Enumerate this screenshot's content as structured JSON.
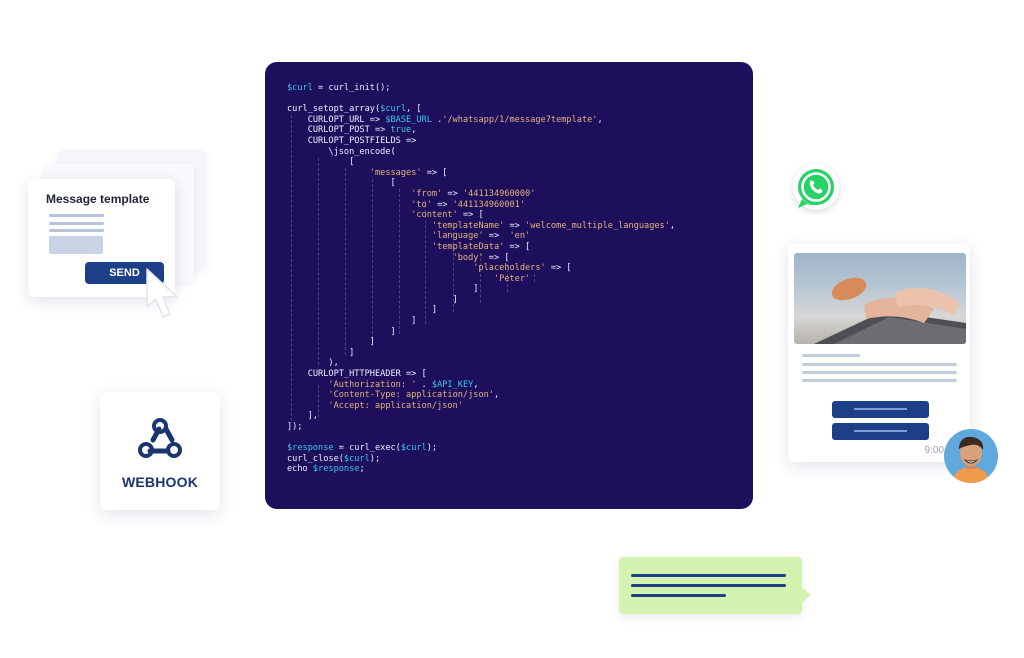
{
  "template_card": {
    "title": "Message template",
    "send_label": "SEND"
  },
  "webhook": {
    "label": "WEBHOOK",
    "icon": "webhook-icon"
  },
  "chat": {
    "time": "9:00"
  },
  "icons": {
    "whatsapp": "whatsapp-icon",
    "cursor": "cursor-arrow-icon",
    "avatar": "user-avatar"
  },
  "colors": {
    "code_background": "#1e0f5c",
    "brand_button": "#1d3f87",
    "variable": "#38c8e8",
    "string": "#e6b27d",
    "whatsapp_green": "#25d366",
    "bubble_green": "#d4f2b0"
  },
  "code_lines": [
    [
      [
        "v",
        "$curl"
      ],
      [
        "p",
        " = curl_init();"
      ]
    ],
    [],
    [
      [
        "p",
        "curl_setopt_array("
      ],
      [
        "v",
        "$curl"
      ],
      [
        "p",
        ", ["
      ]
    ],
    [
      [
        "p",
        "    CURLOPT_URL => "
      ],
      [
        "v",
        "$BASE_URL"
      ],
      [
        "p",
        " ."
      ],
      [
        "s",
        "'/whatsapp/1/message7template'"
      ],
      [
        "p",
        ","
      ]
    ],
    [
      [
        "p",
        "    CURLOPT_POST => "
      ],
      [
        "v",
        "true"
      ],
      [
        "p",
        ","
      ]
    ],
    [
      [
        "p",
        "    CURLOPT_POSTFIELDS =>"
      ]
    ],
    [
      [
        "p",
        "        \\json_encode("
      ]
    ],
    [
      [
        "p",
        "            ["
      ]
    ],
    [
      [
        "p",
        "                "
      ],
      [
        "s",
        "'messages'"
      ],
      [
        "p",
        " => ["
      ]
    ],
    [
      [
        "p",
        "                    ["
      ]
    ],
    [
      [
        "p",
        "                        "
      ],
      [
        "s",
        "'from'"
      ],
      [
        "p",
        " => "
      ],
      [
        "s",
        "'441134960000'"
      ]
    ],
    [
      [
        "p",
        "                        "
      ],
      [
        "s",
        "'to'"
      ],
      [
        "p",
        " => "
      ],
      [
        "s",
        "'441134960001'"
      ]
    ],
    [
      [
        "p",
        "                        "
      ],
      [
        "s",
        "'content'"
      ],
      [
        "p",
        " => ["
      ]
    ],
    [
      [
        "p",
        "                            "
      ],
      [
        "s",
        "'templateName'"
      ],
      [
        "p",
        " => "
      ],
      [
        "s",
        "'welcome_multiple_languages'"
      ],
      [
        "p",
        ","
      ]
    ],
    [
      [
        "p",
        "                            "
      ],
      [
        "s",
        "'language'"
      ],
      [
        "p",
        " =>  "
      ],
      [
        "s",
        "'en'"
      ]
    ],
    [
      [
        "p",
        "                            "
      ],
      [
        "s",
        "'templateData'"
      ],
      [
        "p",
        " => ["
      ]
    ],
    [
      [
        "p",
        "                                "
      ],
      [
        "s",
        "'body'"
      ],
      [
        "p",
        " => ["
      ]
    ],
    [
      [
        "p",
        "                                    "
      ],
      [
        "s",
        "'placeholders'"
      ],
      [
        "p",
        " => ["
      ]
    ],
    [
      [
        "p",
        "                                        "
      ],
      [
        "s",
        "'Peter'"
      ]
    ],
    [
      [
        "p",
        "                                    ]"
      ]
    ],
    [
      [
        "p",
        "                                ]"
      ]
    ],
    [
      [
        "p",
        "                            ]"
      ]
    ],
    [
      [
        "p",
        "                        ]"
      ]
    ],
    [
      [
        "p",
        "                    ]"
      ]
    ],
    [
      [
        "p",
        "                ]"
      ]
    ],
    [
      [
        "p",
        "            ]"
      ]
    ],
    [
      [
        "p",
        "        ),"
      ]
    ],
    [
      [
        "p",
        "    CURLOPT_HTTPHEADER => ["
      ]
    ],
    [
      [
        "p",
        "        "
      ],
      [
        "s",
        "'Authorization: '"
      ],
      [
        "p",
        " . "
      ],
      [
        "v",
        "$API_KEY"
      ],
      [
        "p",
        ","
      ]
    ],
    [
      [
        "p",
        "        "
      ],
      [
        "s",
        "'Content-Type: application/json'"
      ],
      [
        "p",
        ","
      ]
    ],
    [
      [
        "p",
        "        "
      ],
      [
        "s",
        "'Accept: application/json'"
      ]
    ],
    [
      [
        "p",
        "    ],"
      ]
    ],
    [
      [
        "p",
        "]);"
      ]
    ],
    [],
    [
      [
        "v",
        "$response"
      ],
      [
        "p",
        " = curl_exec("
      ],
      [
        "v",
        "$curl"
      ],
      [
        "p",
        ");"
      ]
    ],
    [
      [
        "p",
        "curl_close("
      ],
      [
        "v",
        "$curl"
      ],
      [
        "p",
        ");"
      ]
    ],
    [
      [
        "p",
        "echo "
      ],
      [
        "v",
        "$response"
      ],
      [
        "p",
        ";"
      ]
    ]
  ]
}
